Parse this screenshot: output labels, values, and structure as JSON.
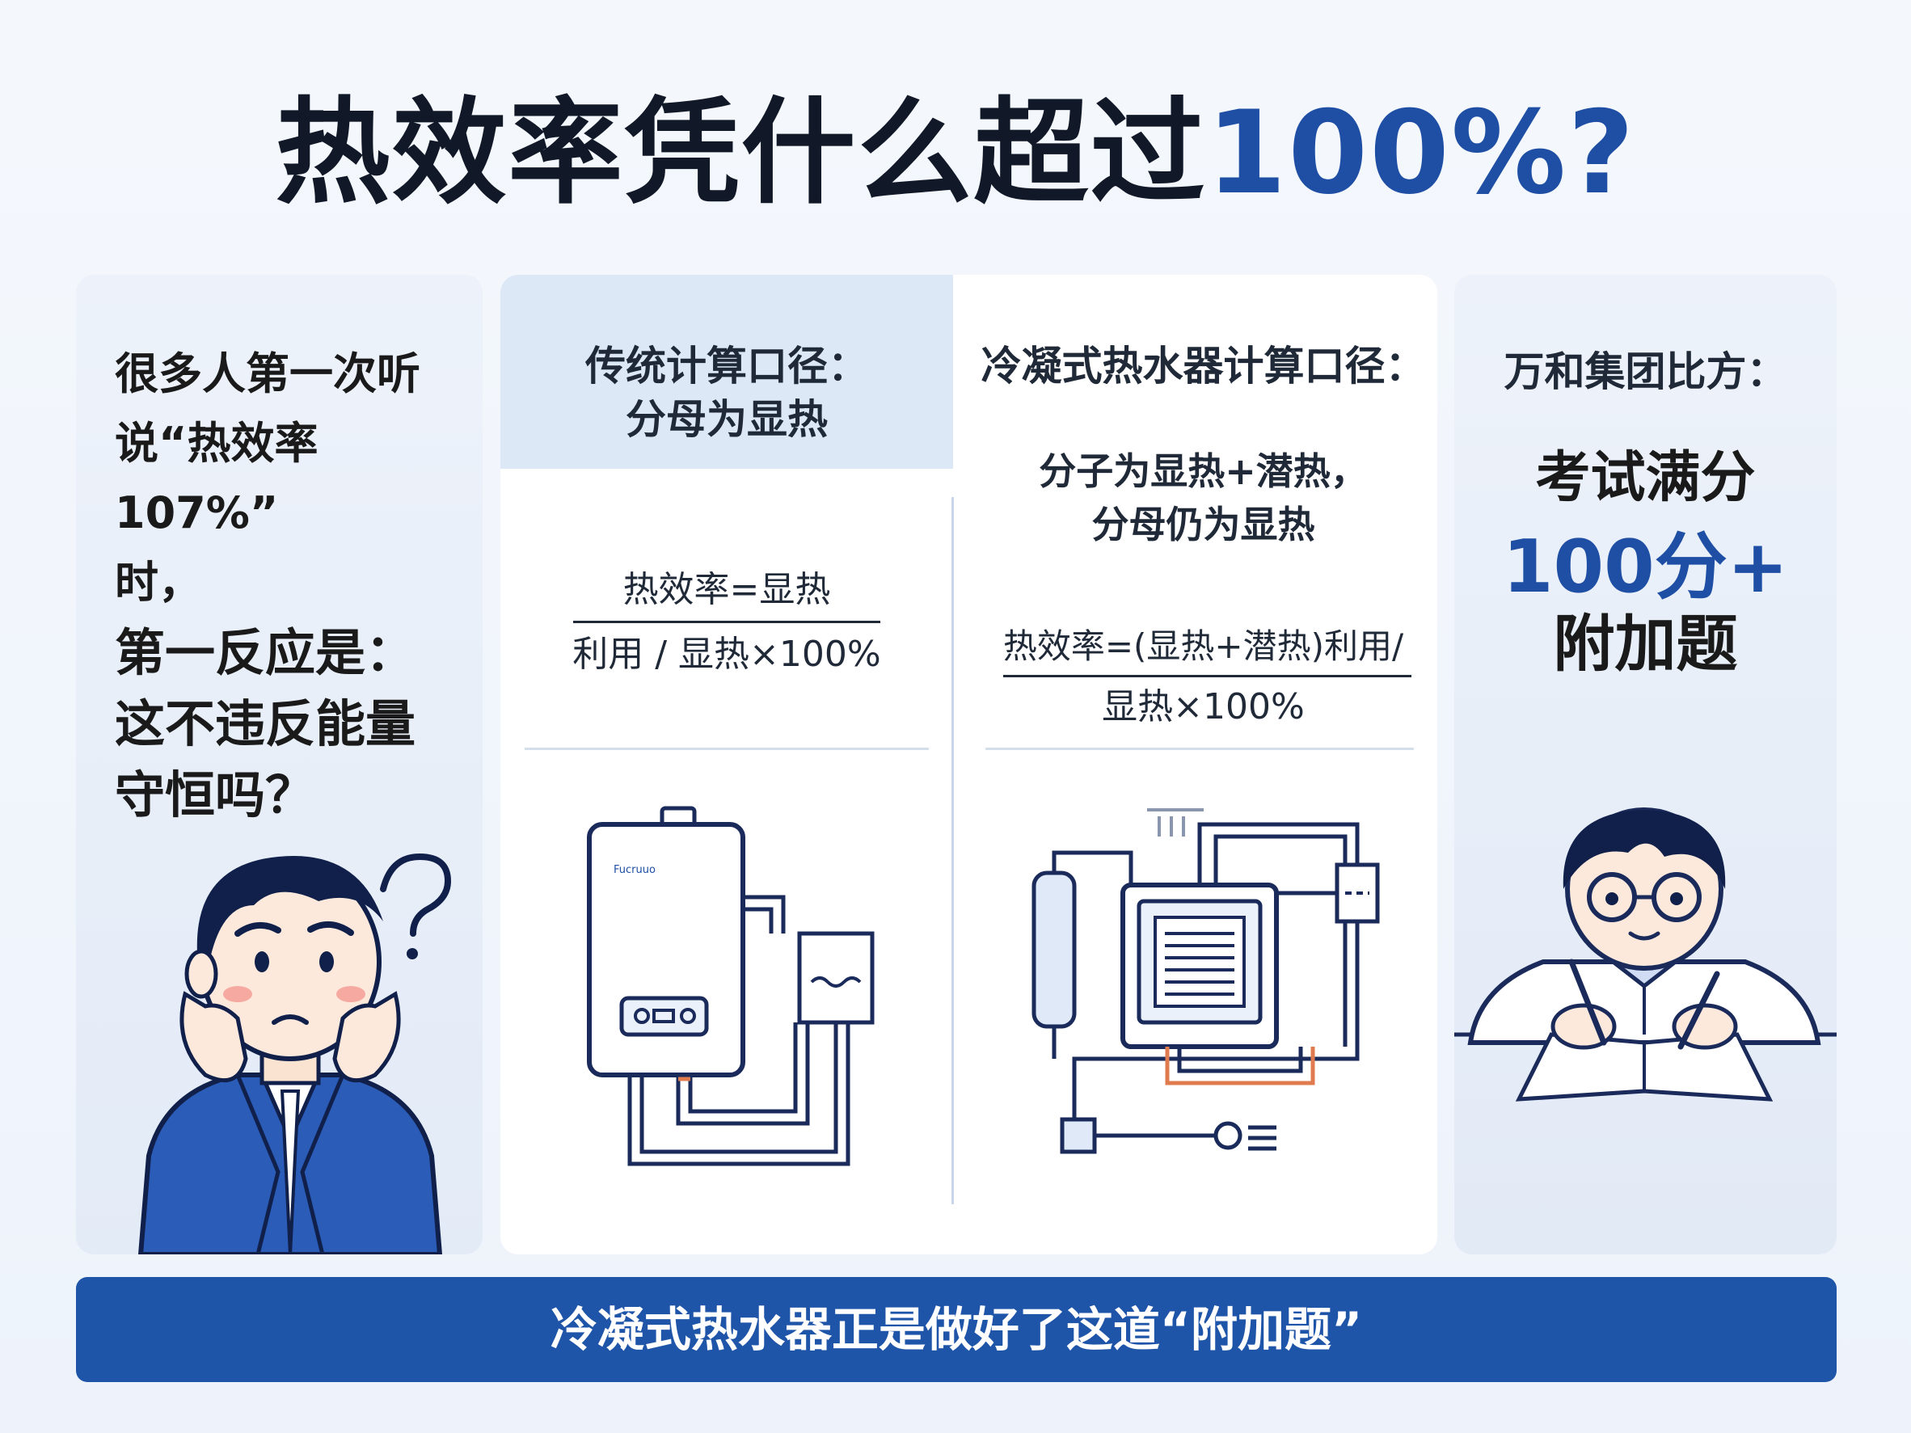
{
  "title": {
    "main": "热效率凭什么超过",
    "highlight": "100%?"
  },
  "panel1": {
    "lines": [
      "很多人第一次听",
      "说“热效率107%”",
      "时，"
    ],
    "lines_big": [
      "第一反应是：",
      "这不违反能量",
      "守恒吗？"
    ]
  },
  "traditional": {
    "heading_1": "传统计算口径：",
    "heading_2": "分母为显热",
    "formula_top": "热效率=显热",
    "formula_bottom": "利用 / 显热×100%",
    "heater_brand": "Fucruuo"
  },
  "condensing": {
    "heading": "冷凝式热水器计算口径：",
    "sub_1": "分子为显热+潜热，",
    "sub_2": "分母仍为显热",
    "formula_top": "热效率=(显热+潜热)利用/",
    "formula_bottom": "显热×100%"
  },
  "analogy": {
    "heading": "万和集团比方：",
    "line_1": "考试满分",
    "line_2": "100分+",
    "line_3": "附加题"
  },
  "banner": {
    "text": "冷凝式热水器正是做好了这道“附加题”"
  },
  "colors": {
    "accent_blue": "#1e4fa5",
    "banner_blue": "#1f55a8",
    "dark_text": "#111827",
    "pipe_orange": "#e07b4f"
  }
}
